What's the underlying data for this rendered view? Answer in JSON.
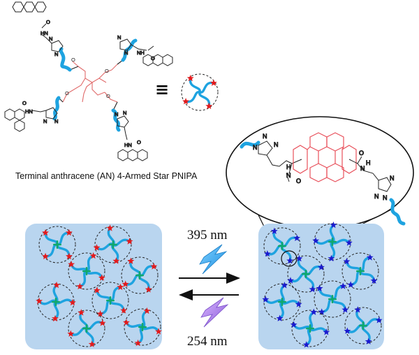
{
  "caption": "Terminal anthracene (AN) 4-Armed Star PNIPA",
  "equivalence_symbol": "≡",
  "forward_wavelength": "395 nm",
  "reverse_wavelength": "254 nm",
  "atom_labels": {
    "N": "N",
    "H": "H",
    "O": "O",
    "NH": "NH",
    "HN": "HN"
  },
  "colors": {
    "polymer_arm": "#1ea3e0",
    "core_link": "#11a86a",
    "anthracene_star": "#e41a1c",
    "dimer_star": "#1a1acf",
    "ester_core": "#e06a6a",
    "dimer_structure": "#e8505b",
    "gel_background": "#b9d5ef",
    "forward_bolt": "#2b9fe8",
    "reverse_bolt": "#a979e6"
  }
}
